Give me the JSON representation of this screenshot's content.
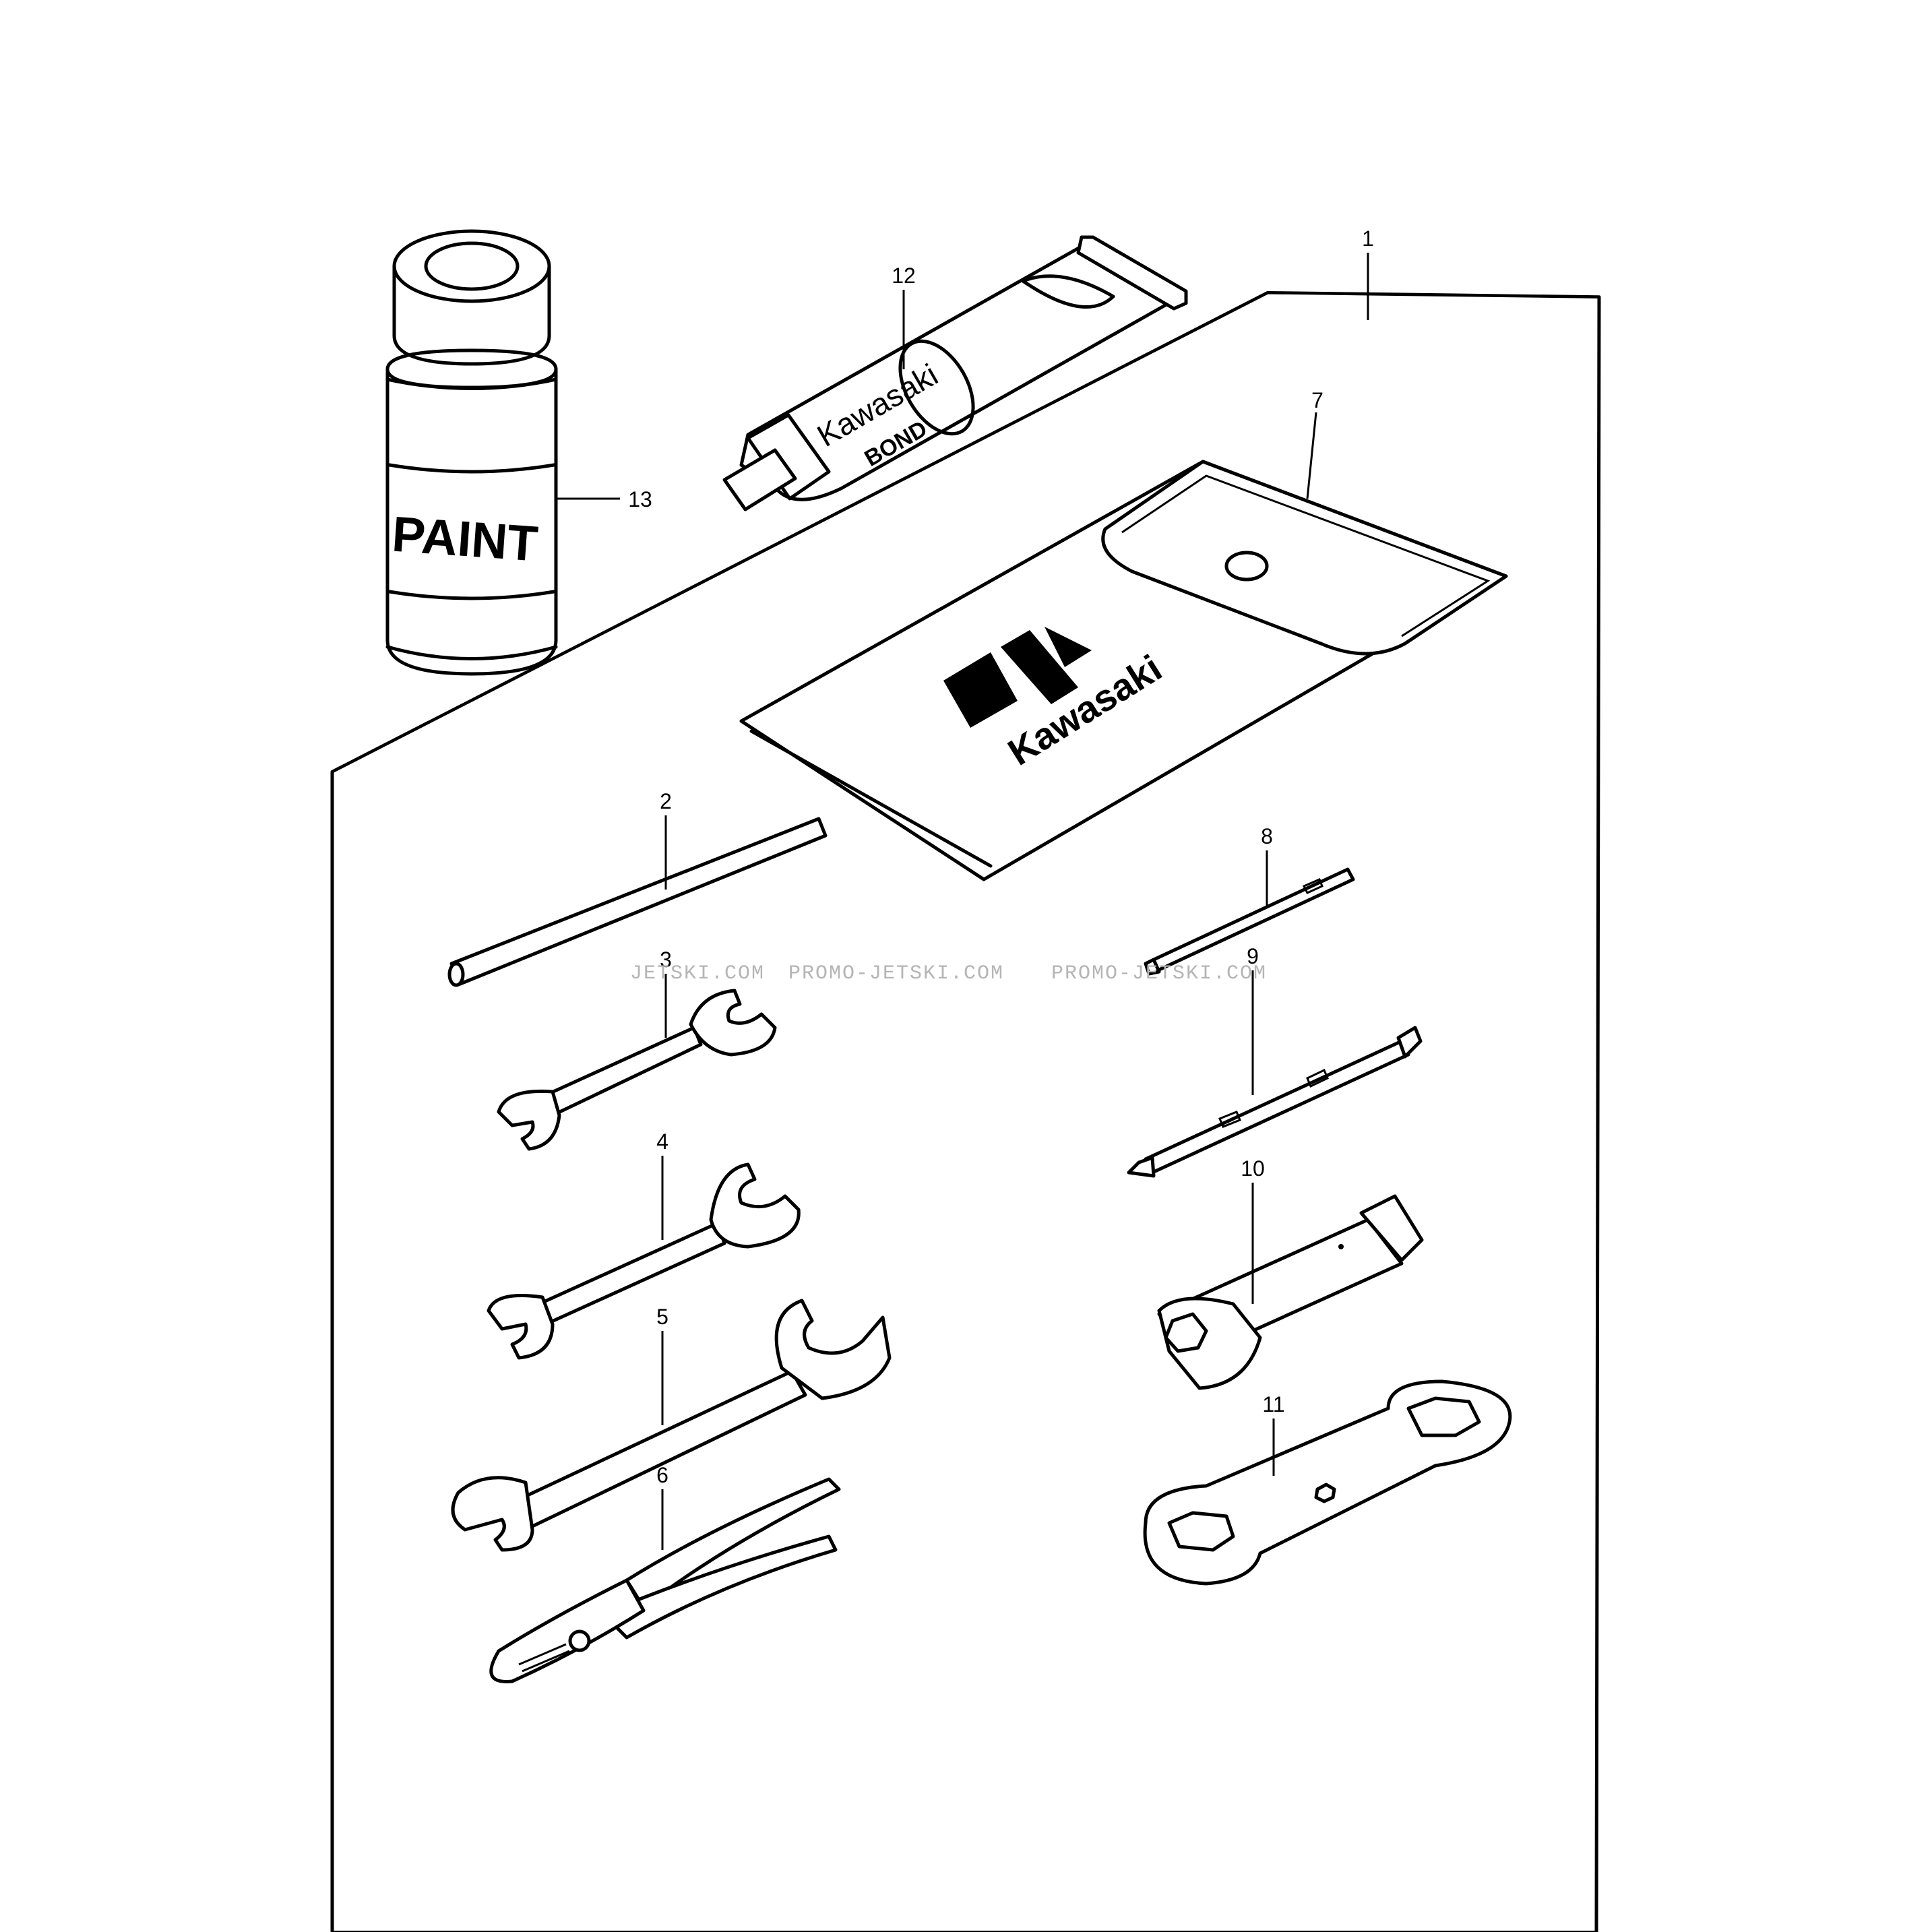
{
  "callouts": {
    "c1": "1",
    "c2": "2",
    "c3": "3",
    "c4": "4",
    "c5": "5",
    "c6": "6",
    "c7": "7",
    "c8": "8",
    "c9": "9",
    "c10": "10",
    "c11": "11",
    "c12": "12",
    "c13": "13"
  },
  "printed_text": {
    "paint_can": "PAINT",
    "bond_brand": "Kawasaki",
    "bond_word": "BOND",
    "pouch_brand": "Kawasaki"
  },
  "watermark": {
    "text_1": "JETSKI.COM",
    "text_2": "PROMO-JETSKI.COM",
    "text_3": "PROMO-JETSKI.COM"
  }
}
